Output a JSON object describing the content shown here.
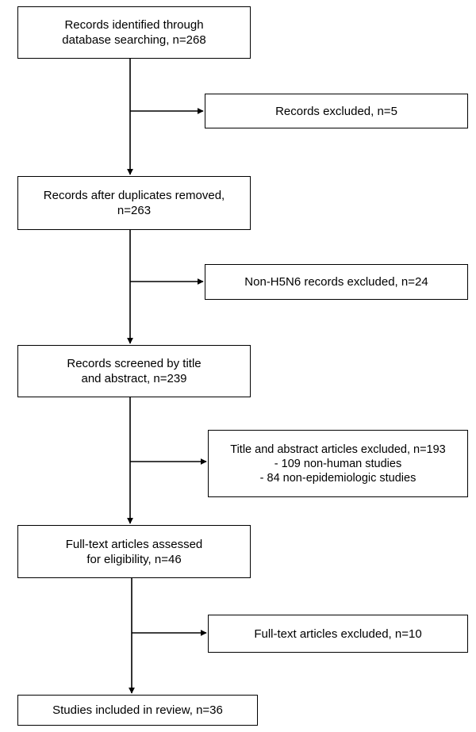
{
  "flowchart": {
    "steps": [
      {
        "id": "identified",
        "lines": [
          "Records identified through",
          "database searching, n=268"
        ]
      },
      {
        "id": "dedup",
        "lines": [
          "Records after duplicates removed,",
          "n=263"
        ]
      },
      {
        "id": "screened",
        "lines": [
          "Records screened by title",
          "and abstract, n=239"
        ]
      },
      {
        "id": "fulltext",
        "lines": [
          "Full-text articles assessed",
          "for eligibility, n=46"
        ]
      },
      {
        "id": "included",
        "lines": [
          "Studies included in review, n=36"
        ]
      }
    ],
    "exclusions": [
      {
        "id": "dup",
        "lines": [
          "Records excluded, n=5"
        ]
      },
      {
        "id": "nonh5n6",
        "lines": [
          "Non-H5N6 records excluded, n=24"
        ]
      },
      {
        "id": "title",
        "lines": [
          "Title and abstract articles excluded, n=193",
          "- 109 non-human studies",
          "- 84 non-epidemiologic studies"
        ]
      },
      {
        "id": "fulltext_ex",
        "lines": [
          "Full-text articles excluded, n=10"
        ]
      }
    ],
    "colors": {
      "line": "#000000",
      "box_border": "#000000",
      "box_fill": "#ffffff",
      "text": "#000000"
    }
  }
}
